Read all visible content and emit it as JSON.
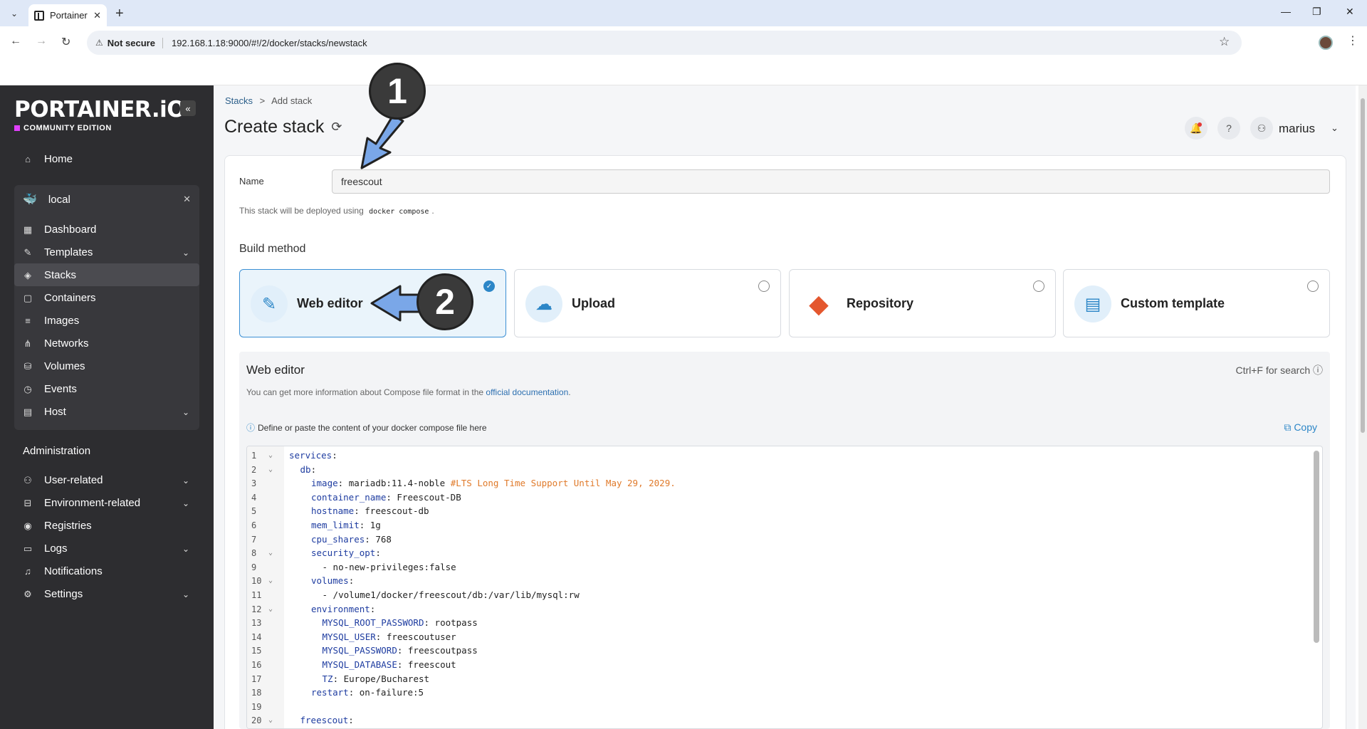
{
  "browser": {
    "tab_title": "Portainer",
    "address": {
      "security_label": "Not secure",
      "url": "192.168.1.18:9000/#!/2/docker/stacks/newstack"
    }
  },
  "sidebar": {
    "logo": "PORTAINER.iO",
    "edition": "COMMUNITY EDITION",
    "home": "Home",
    "environment": "local",
    "env_items": [
      {
        "label": "Dashboard",
        "icon": "dashboard-icon"
      },
      {
        "label": "Templates",
        "icon": "edit-icon"
      },
      {
        "label": "Stacks",
        "icon": "layers-icon"
      },
      {
        "label": "Containers",
        "icon": "box-icon"
      },
      {
        "label": "Images",
        "icon": "list-icon"
      },
      {
        "label": "Networks",
        "icon": "network-icon"
      },
      {
        "label": "Volumes",
        "icon": "database-icon"
      },
      {
        "label": "Events",
        "icon": "clock-icon"
      },
      {
        "label": "Host",
        "icon": "server-icon"
      }
    ],
    "admin_title": "Administration",
    "admin_items": [
      {
        "label": "User-related",
        "icon": "user-icon"
      },
      {
        "label": "Environment-related",
        "icon": "drive-icon"
      },
      {
        "label": "Registries",
        "icon": "radio-icon"
      },
      {
        "label": "Logs",
        "icon": "file-icon"
      },
      {
        "label": "Notifications",
        "icon": "bell-icon"
      },
      {
        "label": "Settings",
        "icon": "gear-icon"
      }
    ]
  },
  "breadcrumb": {
    "parent": "Stacks",
    "separator": ">",
    "current": "Add stack"
  },
  "page_title": "Create stack",
  "user": "marius",
  "form": {
    "name_label": "Name",
    "name_value": "freescout",
    "deploy_note_prefix": "This stack will be deployed using",
    "deploy_note_code": "docker compose",
    "deploy_note_suffix": ".",
    "build_method_title": "Build method",
    "methods": [
      {
        "label": "Web editor",
        "selected": true
      },
      {
        "label": "Upload",
        "selected": false
      },
      {
        "label": "Repository",
        "selected": false
      },
      {
        "label": "Custom template",
        "selected": false
      }
    ]
  },
  "editor": {
    "title": "Web editor",
    "search_hint": "Ctrl+F for search",
    "info_prefix": "You can get more information about Compose file format in the",
    "info_link": "official documentation",
    "info_suffix": ".",
    "hint": "Define or paste the content of your docker compose file here",
    "copy_label": "Copy",
    "lines": [
      {
        "n": "1",
        "fold": true,
        "key": "services",
        "val": ":",
        "indent": 0
      },
      {
        "n": "2",
        "fold": true,
        "key": "db",
        "val": ":",
        "indent": 1
      },
      {
        "n": "3",
        "fold": false,
        "key": "image",
        "val": ": mariadb:11.4-noble ",
        "comment": "#LTS Long Time Support Until May 29, 2029.",
        "indent": 2
      },
      {
        "n": "4",
        "fold": false,
        "key": "container_name",
        "val": ": Freescout-DB",
        "indent": 2
      },
      {
        "n": "5",
        "fold": false,
        "key": "hostname",
        "val": ": freescout-db",
        "indent": 2
      },
      {
        "n": "6",
        "fold": false,
        "key": "mem_limit",
        "val": ": 1g",
        "indent": 2
      },
      {
        "n": "7",
        "fold": false,
        "key": "cpu_shares",
        "val": ": 768",
        "indent": 2
      },
      {
        "n": "8",
        "fold": true,
        "key": "security_opt",
        "val": ":",
        "indent": 2
      },
      {
        "n": "9",
        "fold": false,
        "key": "",
        "val": "- no-new-privileges:false",
        "indent": 3
      },
      {
        "n": "10",
        "fold": true,
        "key": "volumes",
        "val": ":",
        "indent": 2
      },
      {
        "n": "11",
        "fold": false,
        "key": "",
        "val": "- /volume1/docker/freescout/db:/var/lib/mysql:rw",
        "indent": 3
      },
      {
        "n": "12",
        "fold": true,
        "key": "environment",
        "val": ":",
        "indent": 2
      },
      {
        "n": "13",
        "fold": false,
        "key": "MYSQL_ROOT_PASSWORD",
        "val": ": rootpass",
        "indent": 3
      },
      {
        "n": "14",
        "fold": false,
        "key": "MYSQL_USER",
        "val": ": freescoutuser",
        "indent": 3
      },
      {
        "n": "15",
        "fold": false,
        "key": "MYSQL_PASSWORD",
        "val": ": freescoutpass",
        "indent": 3
      },
      {
        "n": "16",
        "fold": false,
        "key": "MYSQL_DATABASE",
        "val": ": freescout",
        "indent": 3
      },
      {
        "n": "17",
        "fold": false,
        "key": "TZ",
        "val": ": Europe/Bucharest",
        "indent": 3
      },
      {
        "n": "18",
        "fold": false,
        "key": "restart",
        "val": ": on-failure:5",
        "indent": 2
      },
      {
        "n": "19",
        "fold": false,
        "key": "",
        "val": "",
        "indent": 0
      },
      {
        "n": "20",
        "fold": true,
        "key": "freescout",
        "val": ":",
        "indent": 1
      }
    ]
  },
  "annotations": {
    "step1": "1",
    "step2": "2"
  },
  "colors": {
    "sidebar": "#2d2d30",
    "accent": "#2c86c7",
    "comment": "#e07a2a",
    "arrow": "#7aa7e8"
  }
}
